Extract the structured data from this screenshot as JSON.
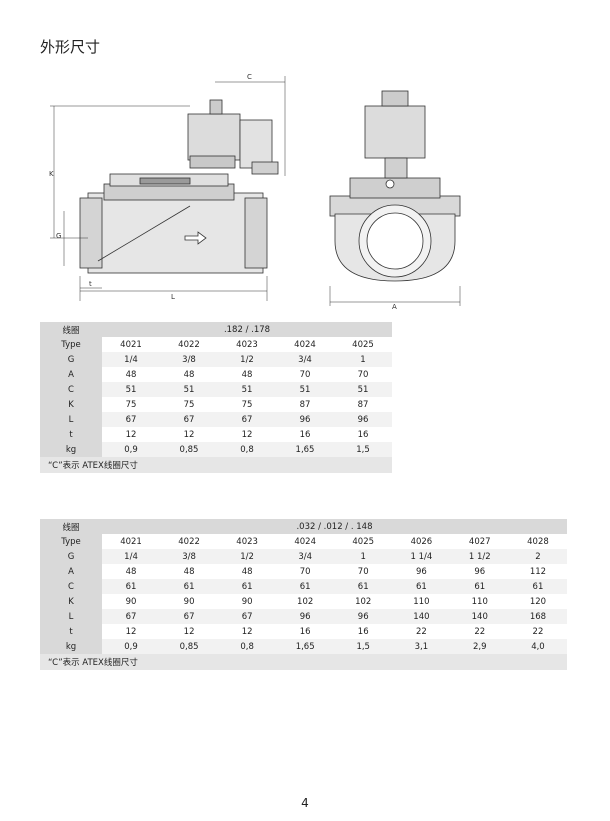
{
  "title": "外形尺寸",
  "drawing": {
    "labels": {
      "C": "C",
      "K": "K",
      "G": "G",
      "t": "t",
      "L": "L",
      "A": "A"
    }
  },
  "table1": {
    "coil_label": "线圈",
    "coil_value": ".182 / .178",
    "rows": [
      {
        "label": "Type",
        "values": [
          "4021",
          "4022",
          "4023",
          "4024",
          "4025"
        ]
      },
      {
        "label": "G",
        "values": [
          "1/4",
          "3/8",
          "1/2",
          "3/4",
          "1"
        ]
      },
      {
        "label": "A",
        "values": [
          "48",
          "48",
          "48",
          "70",
          "70"
        ]
      },
      {
        "label": "C",
        "values": [
          "51",
          "51",
          "51",
          "51",
          "51"
        ]
      },
      {
        "label": "K",
        "values": [
          "75",
          "75",
          "75",
          "87",
          "87"
        ]
      },
      {
        "label": "L",
        "values": [
          "67",
          "67",
          "67",
          "96",
          "96"
        ]
      },
      {
        "label": "t",
        "values": [
          "12",
          "12",
          "12",
          "16",
          "16"
        ]
      },
      {
        "label": "kg",
        "values": [
          "0,9",
          "0,85",
          "0,8",
          "1,65",
          "1,5"
        ]
      }
    ],
    "note": "“C”表示 ATEX线圈尺寸"
  },
  "table2": {
    "coil_label": "线圈",
    "coil_value": ".032 / .012 / . 148",
    "rows": [
      {
        "label": "Type",
        "values": [
          "4021",
          "4022",
          "4023",
          "4024",
          "4025",
          "4026",
          "4027",
          "4028"
        ]
      },
      {
        "label": "G",
        "values": [
          "1/4",
          "3/8",
          "1/2",
          "3/4",
          "1",
          "1 1/4",
          "1 1/2",
          "2"
        ]
      },
      {
        "label": "A",
        "values": [
          "48",
          "48",
          "48",
          "70",
          "70",
          "96",
          "96",
          "112"
        ]
      },
      {
        "label": "C",
        "values": [
          "61",
          "61",
          "61",
          "61",
          "61",
          "61",
          "61",
          "61"
        ]
      },
      {
        "label": "K",
        "values": [
          "90",
          "90",
          "90",
          "102",
          "102",
          "110",
          "110",
          "120"
        ]
      },
      {
        "label": "L",
        "values": [
          "67",
          "67",
          "67",
          "96",
          "96",
          "140",
          "140",
          "168"
        ]
      },
      {
        "label": "t",
        "values": [
          "12",
          "12",
          "12",
          "16",
          "16",
          "22",
          "22",
          "22"
        ]
      },
      {
        "label": "kg",
        "values": [
          "0,9",
          "0,85",
          "0,8",
          "1,65",
          "1,5",
          "3,1",
          "2,9",
          "4,0"
        ]
      }
    ],
    "note": "“C”表示 ATEX线圈尺寸"
  },
  "page_number": "4"
}
